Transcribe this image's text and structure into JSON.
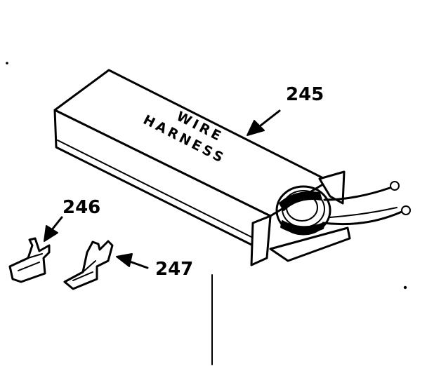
{
  "box_label": {
    "line1": "WIRE",
    "line2": "HARNESS"
  },
  "callouts": {
    "harness": "245",
    "terminal_a": "246",
    "terminal_b": "247"
  },
  "colors": {
    "ink": "#000000",
    "paper": "#ffffff"
  }
}
